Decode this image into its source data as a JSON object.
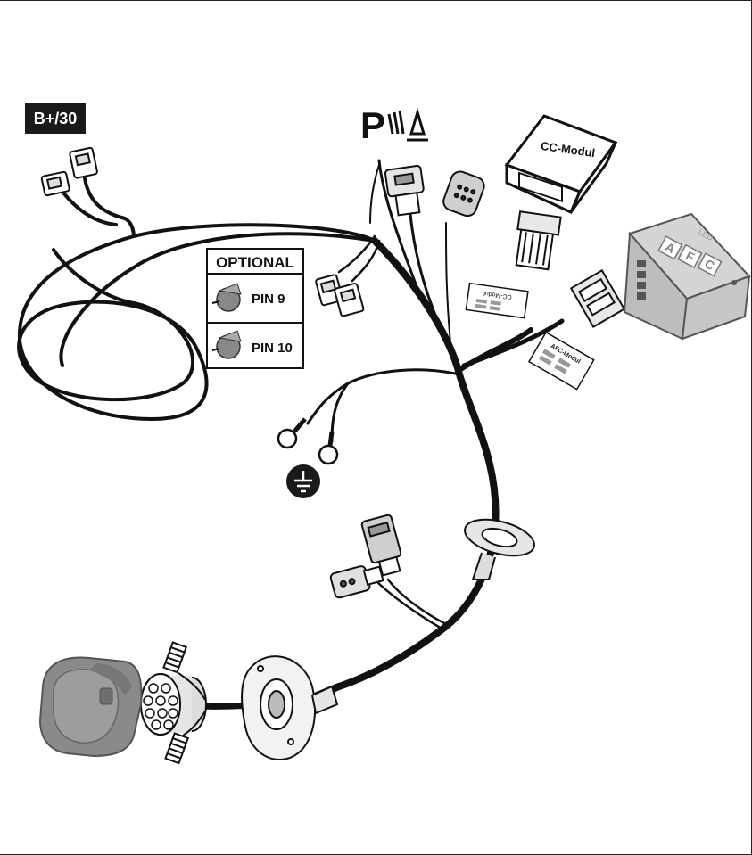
{
  "labels": {
    "battery": "B+/30",
    "parking": "P",
    "optional_title": "OPTIONAL",
    "pin9": "PIN 9",
    "pin10": "PIN 10",
    "cc_modul": "CC-Modul",
    "cc_modul_tag": "CC-Modul",
    "afc_modul_tag": "AFC-Modul",
    "afc_letters": [
      "A",
      "F",
      "C"
    ],
    "led": "LED"
  },
  "icons": {
    "ground": "ground-icon",
    "parking_sensor": "parking-sensor-icon",
    "socket": "trailer-socket-icon"
  },
  "colors": {
    "cable": "#111111",
    "label_bg": "#1a1a1a",
    "label_fg": "#ffffff",
    "socket_gray": "#8a8a8a",
    "module_gray": "#c9c9c9"
  }
}
